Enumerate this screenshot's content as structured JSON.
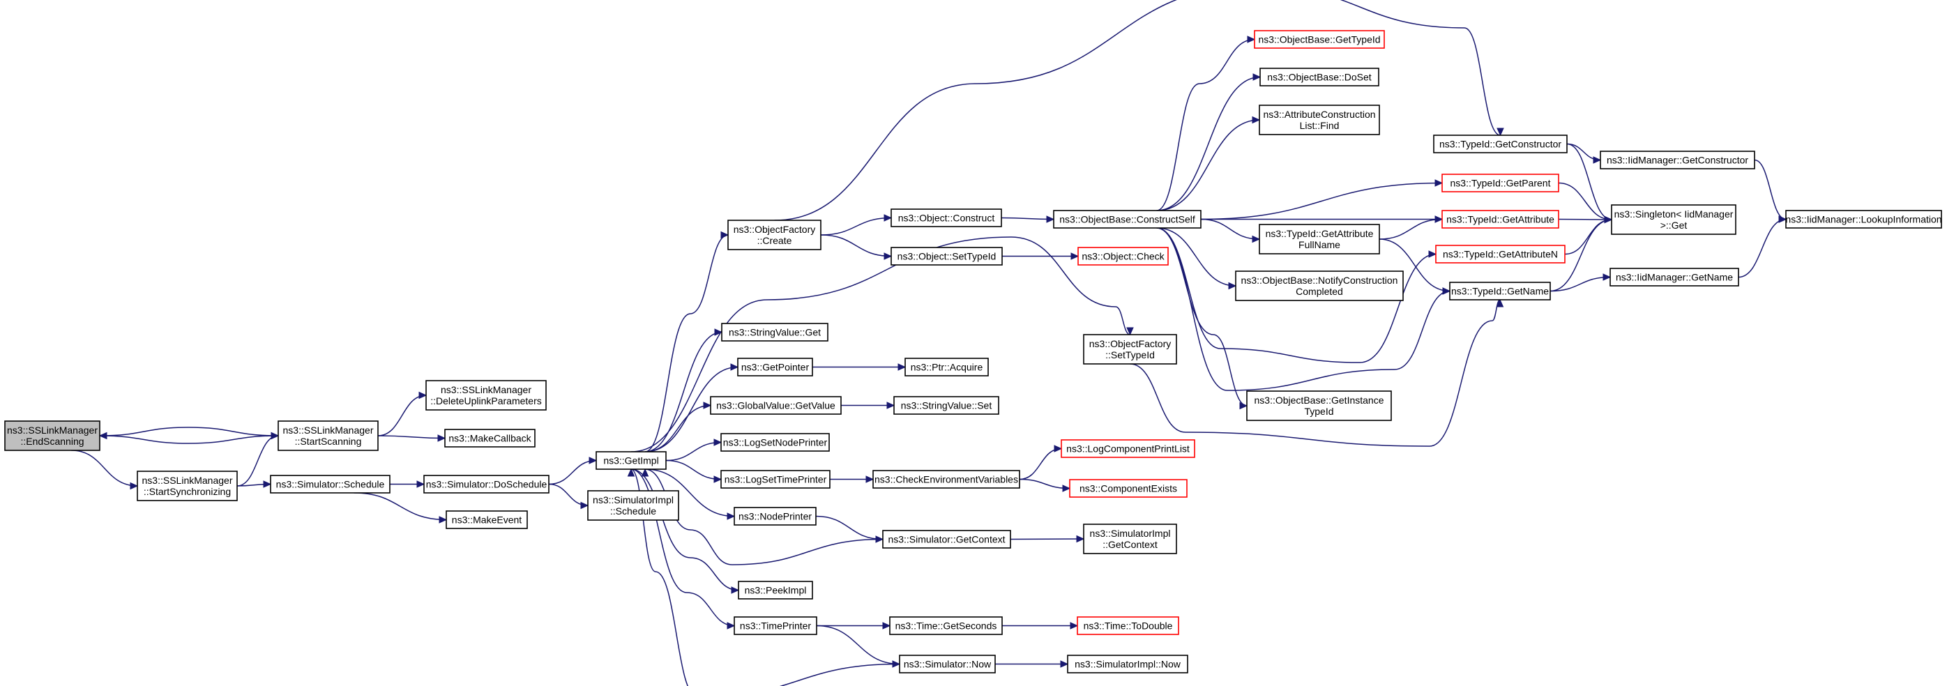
{
  "nodes": [
    {
      "id": "end_scanning",
      "lines": [
        "ns3::SSLinkManager",
        "::EndScanning"
      ],
      "style": "root"
    },
    {
      "id": "start_scanning",
      "lines": [
        "ns3::SSLinkManager",
        "::StartScanning"
      ],
      "style": "normal"
    },
    {
      "id": "start_sync",
      "lines": [
        "ns3::SSLinkManager",
        "::StartSynchronizing"
      ],
      "style": "normal"
    },
    {
      "id": "delete_uplink",
      "lines": [
        "ns3::SSLinkManager",
        "::DeleteUplinkParameters"
      ],
      "style": "normal"
    },
    {
      "id": "make_callback",
      "lines": [
        "ns3::MakeCallback"
      ],
      "style": "normal"
    },
    {
      "id": "sim_schedule",
      "lines": [
        "ns3::Simulator::Schedule"
      ],
      "style": "normal"
    },
    {
      "id": "sim_doschedule",
      "lines": [
        "ns3::Simulator::DoSchedule"
      ],
      "style": "normal"
    },
    {
      "id": "make_event",
      "lines": [
        "ns3::MakeEvent"
      ],
      "style": "normal"
    },
    {
      "id": "getimpl",
      "lines": [
        "ns3::GetImpl"
      ],
      "style": "normal"
    },
    {
      "id": "simimpl_schedule",
      "lines": [
        "ns3::SimulatorImpl",
        "::Schedule"
      ],
      "style": "normal"
    },
    {
      "id": "objfactory_create",
      "lines": [
        "ns3::ObjectFactory",
        "::Create"
      ],
      "style": "normal"
    },
    {
      "id": "stringvalue_get",
      "lines": [
        "ns3::StringValue::Get"
      ],
      "style": "normal"
    },
    {
      "id": "getpointer",
      "lines": [
        "ns3::GetPointer"
      ],
      "style": "normal"
    },
    {
      "id": "globalvalue_getvalue",
      "lines": [
        "ns3::GlobalValue::GetValue"
      ],
      "style": "normal"
    },
    {
      "id": "logsetnodeprinter",
      "lines": [
        "ns3::LogSetNodePrinter"
      ],
      "style": "normal"
    },
    {
      "id": "logsettimeprinter",
      "lines": [
        "ns3::LogSetTimePrinter"
      ],
      "style": "normal"
    },
    {
      "id": "nodeprinter",
      "lines": [
        "ns3::NodePrinter"
      ],
      "style": "normal"
    },
    {
      "id": "peekimpl",
      "lines": [
        "ns3::PeekImpl"
      ],
      "style": "normal"
    },
    {
      "id": "timeprinter",
      "lines": [
        "ns3::TimePrinter"
      ],
      "style": "normal"
    },
    {
      "id": "object_construct",
      "lines": [
        "ns3::Object::Construct"
      ],
      "style": "normal"
    },
    {
      "id": "object_settypeid",
      "lines": [
        "ns3::Object::SetTypeId"
      ],
      "style": "normal"
    },
    {
      "id": "ptr_acquire",
      "lines": [
        "ns3::Ptr::Acquire"
      ],
      "style": "normal"
    },
    {
      "id": "stringvalue_set",
      "lines": [
        "ns3::StringValue::Set"
      ],
      "style": "normal"
    },
    {
      "id": "check_env",
      "lines": [
        "ns3::CheckEnvironmentVariables"
      ],
      "style": "normal"
    },
    {
      "id": "sim_getcontext",
      "lines": [
        "ns3::Simulator::GetContext"
      ],
      "style": "normal"
    },
    {
      "id": "time_getseconds",
      "lines": [
        "ns3::Time::GetSeconds"
      ],
      "style": "normal"
    },
    {
      "id": "sim_now",
      "lines": [
        "ns3::Simulator::Now"
      ],
      "style": "normal"
    },
    {
      "id": "object_check",
      "lines": [
        "ns3::Object::Check"
      ],
      "style": "red"
    },
    {
      "id": "objfactory_settypeid",
      "lines": [
        "ns3::ObjectFactory",
        "::SetTypeId"
      ],
      "style": "normal"
    },
    {
      "id": "log_comp_printlist",
      "lines": [
        "ns3::LogComponentPrintList"
      ],
      "style": "red"
    },
    {
      "id": "component_exists",
      "lines": [
        "ns3::ComponentExists"
      ],
      "style": "red"
    },
    {
      "id": "simimpl_getcontext",
      "lines": [
        "ns3::SimulatorImpl",
        "::GetContext"
      ],
      "style": "normal"
    },
    {
      "id": "time_todouble",
      "lines": [
        "ns3::Time::ToDouble"
      ],
      "style": "red"
    },
    {
      "id": "simimpl_now",
      "lines": [
        "ns3::SimulatorImpl::Now"
      ],
      "style": "normal"
    },
    {
      "id": "constructself",
      "lines": [
        "ns3::ObjectBase::ConstructSelf"
      ],
      "style": "normal"
    },
    {
      "id": "objbase_gettypeid",
      "lines": [
        "ns3::ObjectBase::GetTypeId"
      ],
      "style": "red"
    },
    {
      "id": "objbase_doset",
      "lines": [
        "ns3::ObjectBase::DoSet"
      ],
      "style": "normal"
    },
    {
      "id": "attr_construct_find",
      "lines": [
        "ns3::AttributeConstruction",
        "List::Find"
      ],
      "style": "normal"
    },
    {
      "id": "typeid_getattrfullname",
      "lines": [
        "ns3::TypeId::GetAttribute",
        "FullName"
      ],
      "style": "normal"
    },
    {
      "id": "objbase_notify",
      "lines": [
        "ns3::ObjectBase::NotifyConstruction",
        "Completed"
      ],
      "style": "normal"
    },
    {
      "id": "objbase_getinstance",
      "lines": [
        "ns3::ObjectBase::GetInstance",
        "TypeId"
      ],
      "style": "normal"
    },
    {
      "id": "typeid_getconstructor",
      "lines": [
        "ns3::TypeId::GetConstructor"
      ],
      "style": "normal"
    },
    {
      "id": "typeid_getparent",
      "lines": [
        "ns3::TypeId::GetParent"
      ],
      "style": "red"
    },
    {
      "id": "typeid_getattribute",
      "lines": [
        "ns3::TypeId::GetAttribute"
      ],
      "style": "red"
    },
    {
      "id": "typeid_getattributen",
      "lines": [
        "ns3::TypeId::GetAttributeN"
      ],
      "style": "red"
    },
    {
      "id": "typeid_getname",
      "lines": [
        "ns3::TypeId::GetName"
      ],
      "style": "normal"
    },
    {
      "id": "iidmgr_getconstructor",
      "lines": [
        "ns3::IidManager::GetConstructor"
      ],
      "style": "normal"
    },
    {
      "id": "singleton_get",
      "lines": [
        "ns3::Singleton< IidManager",
        " >::Get"
      ],
      "style": "normal"
    },
    {
      "id": "iidmgr_getname",
      "lines": [
        "ns3::IidManager::GetName"
      ],
      "style": "normal"
    },
    {
      "id": "iidmgr_lookup",
      "lines": [
        "ns3::IidManager::LookupInformation"
      ],
      "style": "normal"
    }
  ],
  "colors": {
    "edge": "#191970",
    "node_border": "#000000",
    "node_border_red": "#ff0000",
    "root_fill": "#bfbfbf",
    "node_fill": "#ffffff"
  }
}
